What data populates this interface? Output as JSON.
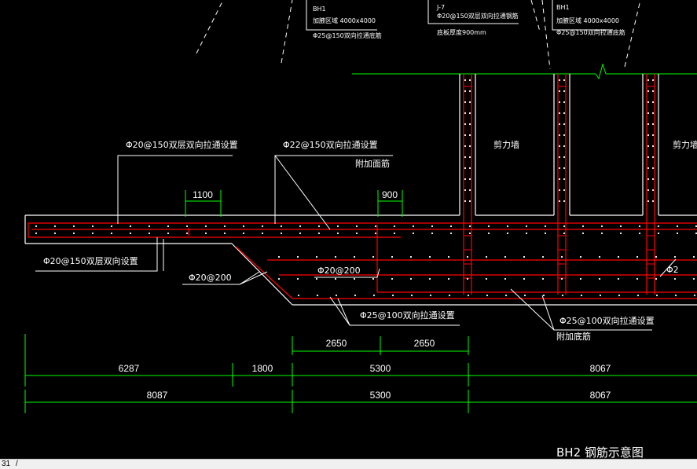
{
  "annotations": {
    "bh1_left_line1": "BH1",
    "bh1_left_line2": "加腋区域 4000x4000",
    "bh1_left_line3": "Φ25@150双向拉通底筋",
    "j7_line1": "J-7",
    "j7_line2": "Φ20@150双层双向拉通钢筋",
    "j7_line3": "底板厚度900mm",
    "bh1_right_line1": "BH1",
    "bh1_right_line2": "加腋区域 4000x4000",
    "bh1_right_line3": "Φ25@150双向拉通底筋",
    "top_slab_bars": "Φ20@150双层双向拉通设置",
    "top_bar_22": "Φ22@150双向拉通设置",
    "additional_top_bar": "附加面筋",
    "shear_wall_1": "剪力墙",
    "shear_wall_2": "剪力墙",
    "bottom_slab_bars": "Φ20@150双层双向设置",
    "slope_bar": "Φ20@200",
    "middle_bar": "Φ20@200",
    "right_bar_partial": "Φ2",
    "bottom_bar_25": "Φ25@100双向拉通设置",
    "bottom_bar_25_right": "Φ25@100双向拉通设置",
    "additional_bottom_bar": "附加底筋",
    "drawing_title": "BH2 钢筋示意图"
  },
  "dimensions": {
    "len_1100": "1100",
    "len_900": "900",
    "row1_left": "2650",
    "row1_right": "2650",
    "row2_a": "6287",
    "row2_b": "1800",
    "row2_c": "5300",
    "row2_d": "8067",
    "row3_a": "8087",
    "row3_b": "5300",
    "row3_c": "8067"
  },
  "statusbar": {
    "command": "31",
    "slash": "/"
  },
  "colors": {
    "background": "#000000",
    "outline": "#ffffff",
    "rebar": "#ff0000",
    "dimension": "#00ff00"
  }
}
